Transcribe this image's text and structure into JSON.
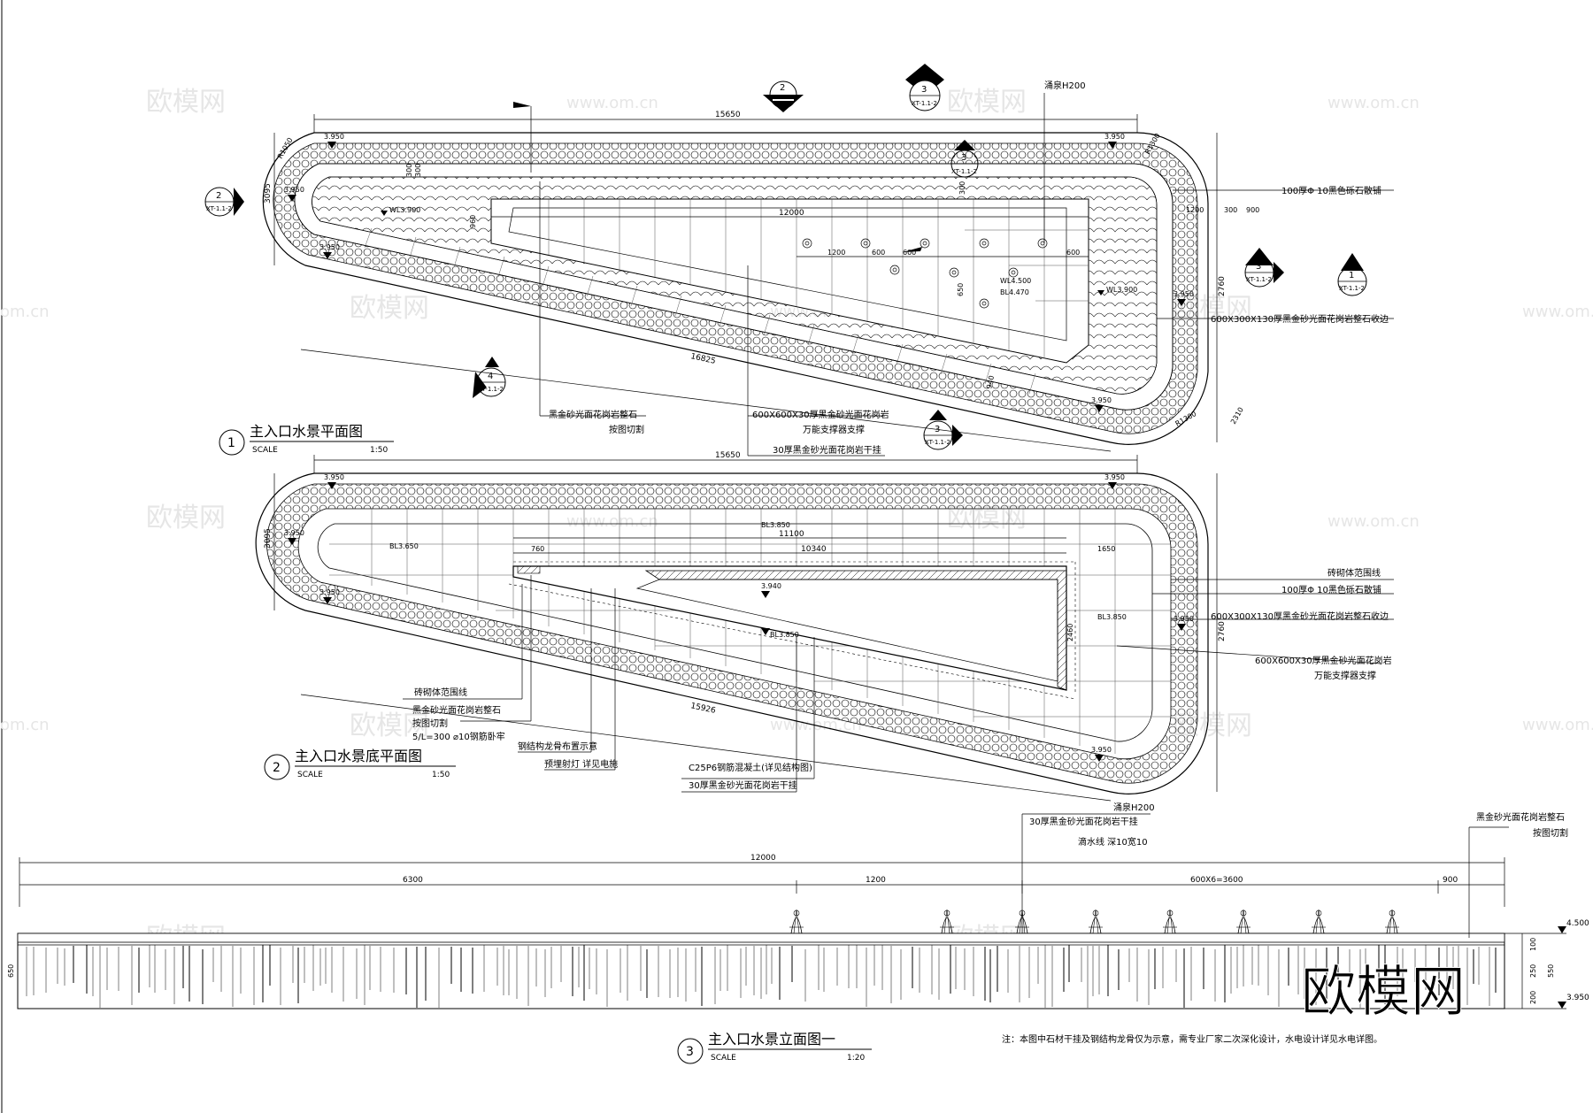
{
  "watermarks": {
    "cn": "欧模网",
    "url": "www.om.cn",
    "url_short": "om.cn",
    "big": "欧模网"
  },
  "plan1": {
    "title": "主入口水景平面图",
    "num": "1",
    "scale_label": "SCALE",
    "scale": "1:50",
    "dims": {
      "top": "15650",
      "bottom": "16825",
      "inner": "12000",
      "left": "3095",
      "right": "2760",
      "r_tl": "R1050",
      "r_tr": "R1300",
      "r_br": "R1300",
      "d300a": "300",
      "d300b": "300",
      "d900a": "900",
      "d1200": "1200",
      "d600": "600",
      "d300c": "300",
      "d900b": "900",
      "d600b": "600",
      "d300": "300",
      "d940": "940",
      "d960": "960",
      "d2310": "2310",
      "d600c": "650",
      "d650": "650"
    },
    "levels": {
      "tl": "3.950",
      "tr": "3.950",
      "l1": "3.950",
      "l2": "3.950",
      "r": "3.950",
      "br": "3.950",
      "wl_left": "WL3.900",
      "wl_right": "WL3.900",
      "wl_mid": "WL4.500",
      "bl_mid": "BL4.470"
    },
    "notes": {
      "fountain": "涌泉H200",
      "gravel": "100厚Φ 10黑色砾石散铺",
      "edge": "600X300X130厚黑金砂光面花岗岩整石收边",
      "stone": "黑金砂光面花岗岩整石",
      "stone2": "按图切割",
      "paver": "600X600X30厚黑金砂光面花岗岩",
      "paver2": "万能支撑器支撑",
      "hang": "30厚黑金砂光面花岗岩干挂"
    },
    "markers": {
      "top_sec": "2",
      "left_sec": "2",
      "left_ref": "XT-1.1-2",
      "top3": "3",
      "top3_ref": "XT-1.1-2",
      "mid3": "3",
      "mid3_ref": "XT-1.1-2",
      "right3": "3",
      "right3_ref": "XT-1.1-2",
      "right1": "1",
      "right1_ref": "XT-1.1-2",
      "bottom4": "4",
      "bottom4_ref": "XT-1.1-2",
      "bottom3": "3",
      "bottom3_ref": "XT-1.1-2"
    }
  },
  "plan2": {
    "title": "主入口水景底平面图",
    "num": "2",
    "scale_label": "SCALE",
    "scale": "1:50",
    "dims": {
      "top": "15650",
      "bottom": "15926",
      "inner": "11100",
      "inner2": "10340",
      "d760": "760",
      "d1650": "1650",
      "d3095": "3095",
      "d2760": "2760",
      "d2460": "2460"
    },
    "levels": {
      "tl": "3.950",
      "tr": "3.950",
      "l1": "3.950",
      "l2": "3.950",
      "r": "3.950",
      "br": "3.950",
      "bl_left": "BL3.650",
      "bl_top": "BL3.850",
      "mid": "3.940",
      "bl_mid": "BL3.850",
      "bl_right": "BL3.850"
    },
    "notes": {
      "brick": "砖砌体范围线",
      "gravel": "100厚Φ 10黑色砾石散铺",
      "edge": "600X300X130厚黑金砂光面花岗岩整石收边",
      "paver": "600X600X30厚黑金砂光面花岗岩",
      "paver2": "万能支撑器支撑",
      "brick_l": "砖砌体范围线",
      "stone": "黑金砂光面花岗岩整石",
      "stone2": "按图切割",
      "rebar": "5/L=300  ⌀10钢筋卧牢",
      "steel": "钢结构龙骨布置示意",
      "light": "预埋射灯  详见电施",
      "concrete": "C25P6钢筋混凝土(详见结构图)",
      "hang": "30厚黑金砂光面花岗岩干挂"
    }
  },
  "elev": {
    "title": "主入口水景立面图一",
    "num": "3",
    "scale_label": "SCALE",
    "scale": "1:20",
    "dims": {
      "total": "12000",
      "a": "6300",
      "b": "1200",
      "c": "600X6=3600",
      "d": "900",
      "h1": "100",
      "h2": "250",
      "h3": "200",
      "h4": "550",
      "left": "650"
    },
    "levels": {
      "top": "4.500",
      "bottom": "3.950"
    },
    "notes": {
      "fountain": "涌泉H200",
      "hang": "30厚黑金砂光面花岗岩干挂",
      "drip": "滴水线  深10宽10",
      "stone": "黑金砂光面花岗岩整石",
      "stone2": "按图切割",
      "footnote": "注：本图中石材干挂及钢结构龙骨仅为示意，需专业厂家二次深化设计，水电设计详见水电详图。"
    }
  }
}
